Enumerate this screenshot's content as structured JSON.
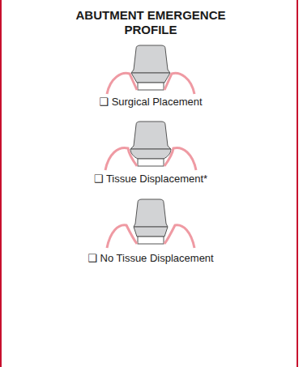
{
  "diagram": {
    "title": "ABUTMENT EMERGENCE PROFILE",
    "labels": [
      "❑ Surgical Placement",
      "❑ Tissue Displacement*",
      "❑ No Tissue Displacement"
    ]
  }
}
